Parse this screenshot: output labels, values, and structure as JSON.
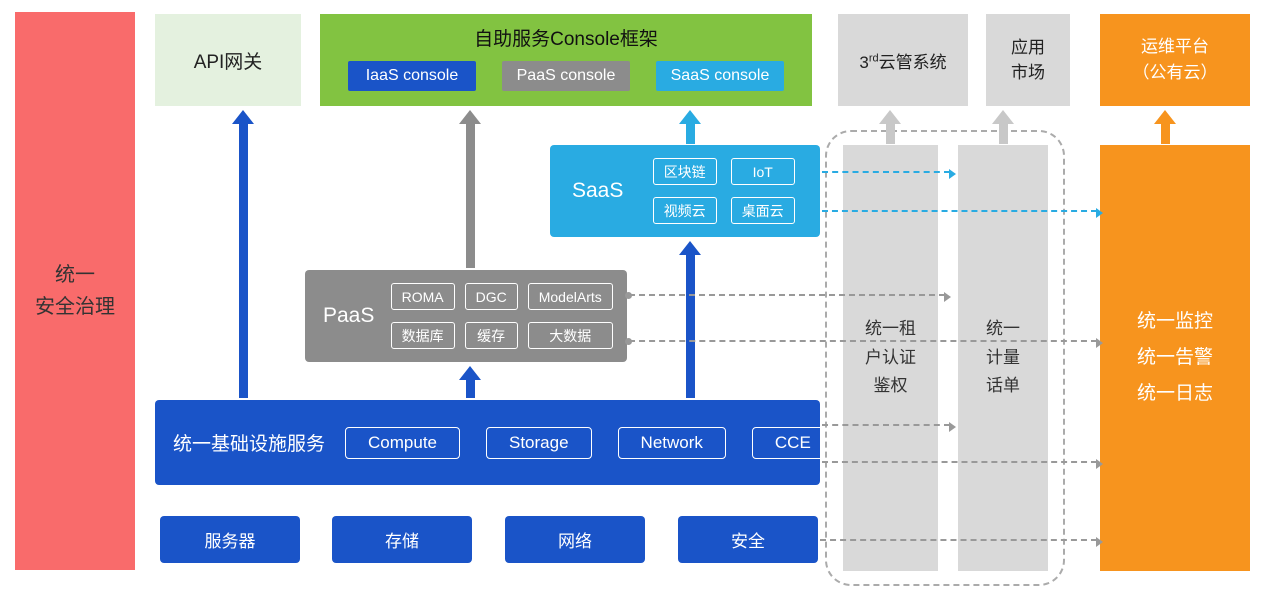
{
  "colors": {
    "red": "#F96B6B",
    "pale_green": "#E4F1DF",
    "green": "#82C341",
    "blue": "#1A54C8",
    "gray": "#8C8C8C",
    "cyan": "#29ABE2",
    "light_gray": "#D9D9D9",
    "orange": "#F7941E"
  },
  "security_bar": {
    "label": "统一\n安全治理"
  },
  "api_gateway": {
    "label": "API网关"
  },
  "console_framework": {
    "title": "自助服务Console框架",
    "consoles": [
      {
        "label": "IaaS console"
      },
      {
        "label": "PaaS console"
      },
      {
        "label": "SaaS console"
      }
    ]
  },
  "third_cloud": {
    "prefix": "3",
    "sup": "rd",
    "suffix": "云管系统"
  },
  "app_market": {
    "label": "应用\n市场"
  },
  "om_platform": {
    "label": "运维平台\n（公有云）"
  },
  "saas": {
    "label": "SaaS",
    "items": [
      "区块链",
      "IoT",
      "视频云",
      "桌面云"
    ]
  },
  "paas": {
    "label": "PaaS",
    "items": [
      "ROMA",
      "DGC",
      "ModelArts",
      "数据库",
      "缓存",
      "大数据"
    ]
  },
  "infrastructure": {
    "label": "统一基础设施服务",
    "items": [
      "Compute",
      "Storage",
      "Network",
      "CCE"
    ]
  },
  "hardware": {
    "items": [
      "服务器",
      "存储",
      "网络",
      "安全"
    ]
  },
  "auth_bar": {
    "label": "统一租\n户认证\n鉴权"
  },
  "metering_bar": {
    "label": "统一\n计量\n话单"
  },
  "ops_bar": {
    "label": "统一监控\n统一告警\n统一日志"
  }
}
